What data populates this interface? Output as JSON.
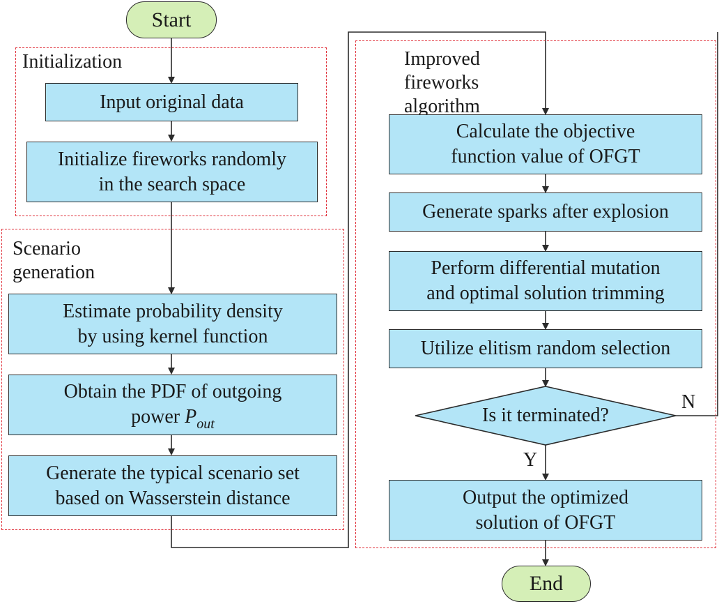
{
  "terminals": {
    "start": "Start",
    "end": "End"
  },
  "groups": {
    "initialization": "Initialization",
    "scenario_generation": "Scenario\ngeneration",
    "improved_fireworks": "Improved\nfireworks algorithm"
  },
  "steps": {
    "input_data": "Input original data",
    "init_fireworks": "Initialize fireworks randomly\nin the search space",
    "estimate_pdf": "Estimate probability density\nby using kernel function",
    "obtain_pdf_prefix": "Obtain the PDF of outgoing\npower ",
    "obtain_pdf_var": "P",
    "obtain_pdf_sub": "out",
    "generate_scenarios": "Generate the typical scenario set\nbased on Wasserstein distance",
    "calc_objective": "Calculate the objective\nfunction value of OFGT",
    "generate_sparks": "Generate sparks after explosion",
    "diff_mutation": "Perform differential mutation\nand optimal solution trimming",
    "elitism": "Utilize elitism random selection",
    "output_solution": "Output the optimized\nsolution of OFGT"
  },
  "decision": {
    "question": "Is it terminated?",
    "yes": "Y",
    "no": "N"
  },
  "colors": {
    "process_fill": "#b3e5f7",
    "terminal_fill": "#d5efb7",
    "group_border": "#e0303a",
    "line": "#2b2b2b"
  }
}
